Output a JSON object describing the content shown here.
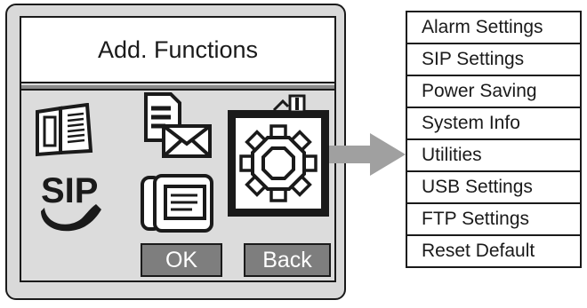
{
  "screen": {
    "title": "Add. Functions",
    "ok_label": "OK",
    "back_label": "Back"
  },
  "icons": [
    {
      "name": "phonebook-icon"
    },
    {
      "name": "messages-icon"
    },
    {
      "name": "settings-gear-icon",
      "selected": true
    },
    {
      "name": "sip-icon",
      "text": "SIP"
    },
    {
      "name": "desk-phone-icon"
    }
  ],
  "menu": {
    "items": [
      {
        "label": "Alarm Settings"
      },
      {
        "label": "SIP Settings"
      },
      {
        "label": "Power Saving"
      },
      {
        "label": "System Info"
      },
      {
        "label": "Utilities"
      },
      {
        "label": "USB Settings"
      },
      {
        "label": "FTP Settings"
      },
      {
        "label": "Reset Default"
      }
    ]
  },
  "colors": {
    "frame": "#d9d9d9",
    "button": "#7e7e7e",
    "arrow": "#a0a0a0",
    "ink": "#1a1a1a"
  }
}
